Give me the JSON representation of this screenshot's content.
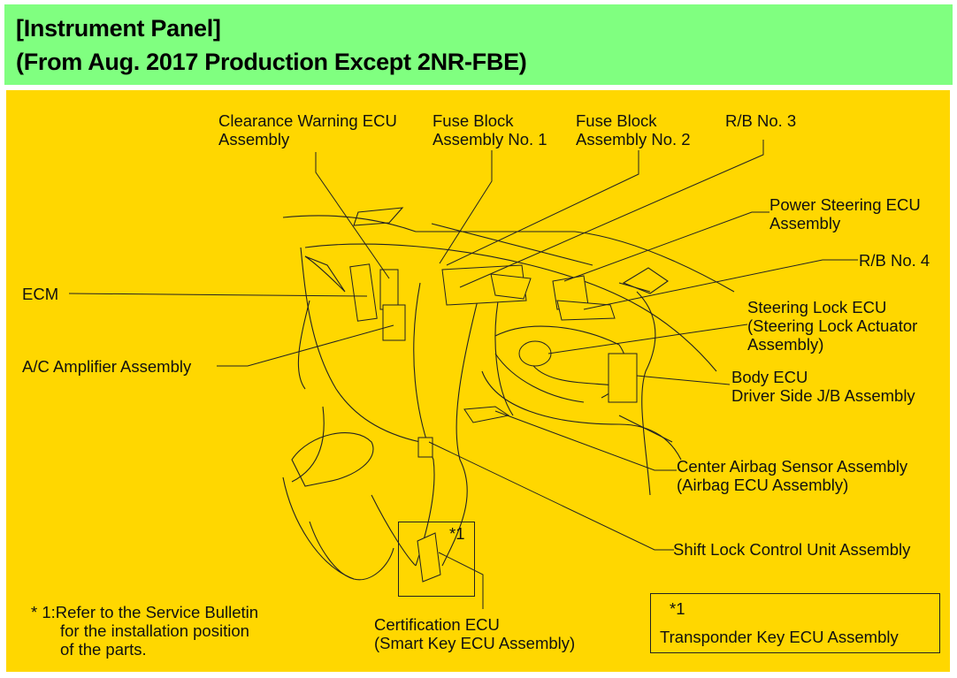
{
  "header": {
    "title_line1": "[Instrument Panel]",
    "title_line2": "(From Aug. 2017 Production Except 2NR-FBE)"
  },
  "colors": {
    "header_bg": "#80ff80",
    "panel_bg": "#ffd700",
    "line": "#222222"
  },
  "labels": {
    "clearance_warning": [
      "Clearance Warning ECU",
      "Assembly"
    ],
    "fuse_block_1": [
      "Fuse Block",
      "Assembly No. 1"
    ],
    "fuse_block_2": [
      "Fuse Block",
      "Assembly No. 2"
    ],
    "rb3": [
      "R/B No. 3"
    ],
    "power_steering": [
      "Power Steering ECU",
      "Assembly"
    ],
    "rb4": [
      "R/B No. 4"
    ],
    "ecm": [
      "ECM"
    ],
    "steering_lock": [
      "Steering Lock ECU",
      "(Steering Lock Actuator",
      "Assembly)"
    ],
    "ac_amplifier": [
      "A/C Amplifier Assembly"
    ],
    "body_ecu": [
      "Body ECU",
      "Driver Side J/B Assembly"
    ],
    "center_airbag": [
      "Center Airbag Sensor Assembly",
      "(Airbag ECU Assembly)"
    ],
    "shift_lock": [
      "Shift Lock Control Unit Assembly"
    ],
    "certification_ecu": [
      "Certification ECU",
      "(Smart Key ECU Assembly)"
    ]
  },
  "inset": {
    "marker": "*1"
  },
  "footnote": [
    "* 1:Refer to the Service Bulletin",
    "for the installation position",
    "of the parts."
  ],
  "transponder_box": {
    "marker": "*1",
    "label": "Transponder Key ECU Assembly"
  }
}
